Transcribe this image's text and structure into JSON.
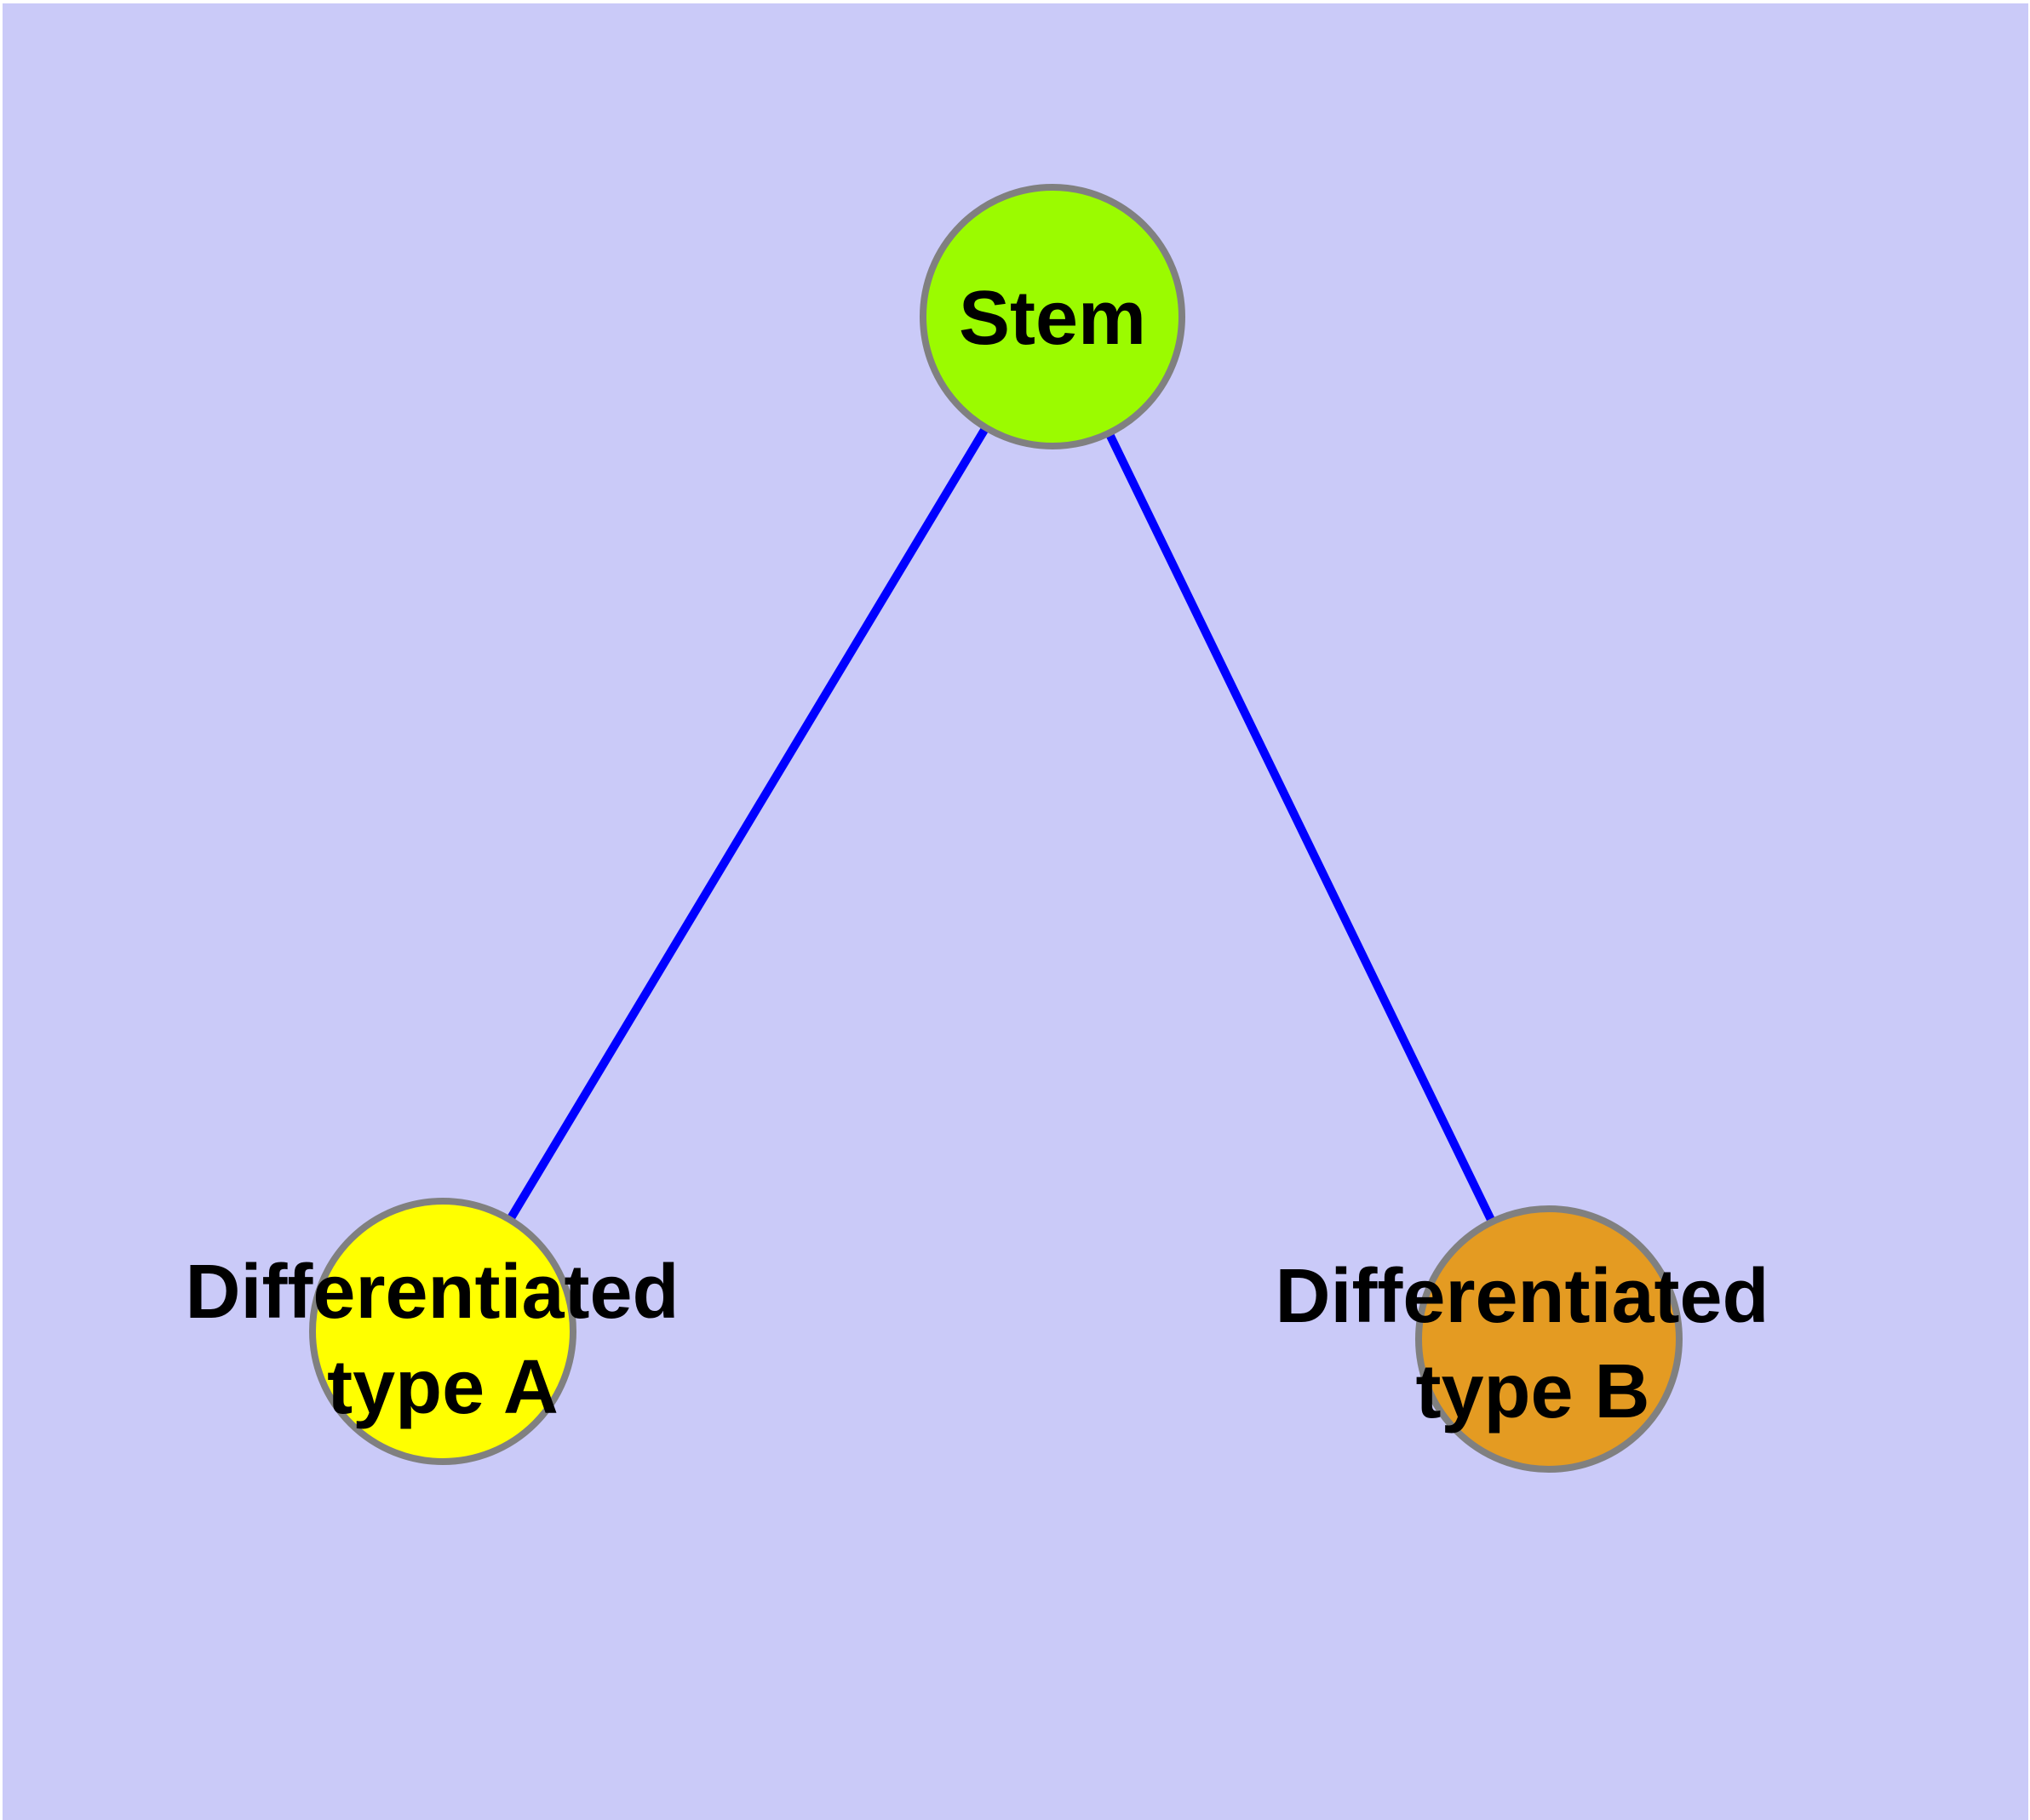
{
  "diagram": {
    "background_color": "#cacaf8",
    "page_margin_color": "#ffffff",
    "edge_color": "#0000ff",
    "node_border_color": "#808080",
    "label_color": "#000000",
    "nodes": [
      {
        "id": "stem",
        "label": "Stem",
        "label_lines": [
          "Stem"
        ],
        "fill": "#9bfb00"
      },
      {
        "id": "differentiated-type-a",
        "label": "Differentiated type A",
        "label_lines": [
          "Differentiated",
          "type A"
        ],
        "fill": "#ffff00"
      },
      {
        "id": "differentiated-type-b",
        "label": "Differentiated type B",
        "label_lines": [
          "Differentiated",
          "type B"
        ],
        "fill": "#e49b22"
      }
    ],
    "edges": [
      {
        "from": "stem",
        "to": "differentiated-type-a"
      },
      {
        "from": "stem",
        "to": "differentiated-type-b"
      }
    ]
  }
}
